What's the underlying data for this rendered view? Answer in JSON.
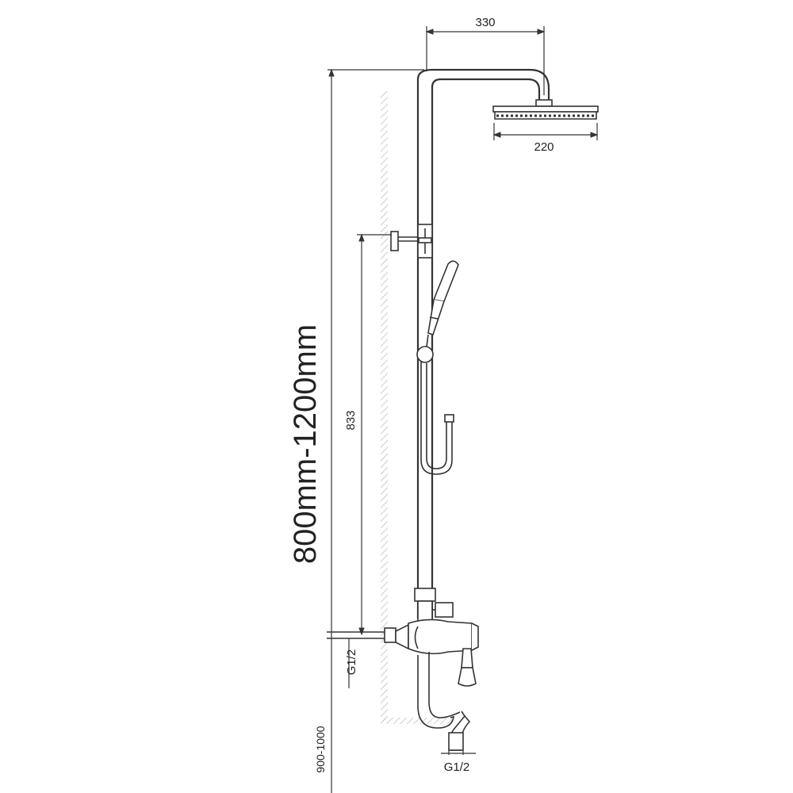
{
  "diagram": {
    "dimensions": {
      "head_arm_width": "330",
      "head_diameter": "220",
      "height_range": "800mm-1200mm",
      "holder_to_inlet": "833",
      "inlet_thread_left": "G1/2",
      "floor_to_inlet": "900-1000",
      "inlet_thread_bottom": "G1/2"
    },
    "colors": {
      "line": "#333333",
      "wall_hatch": "#b8b8b8",
      "background": "#ffffff"
    }
  }
}
